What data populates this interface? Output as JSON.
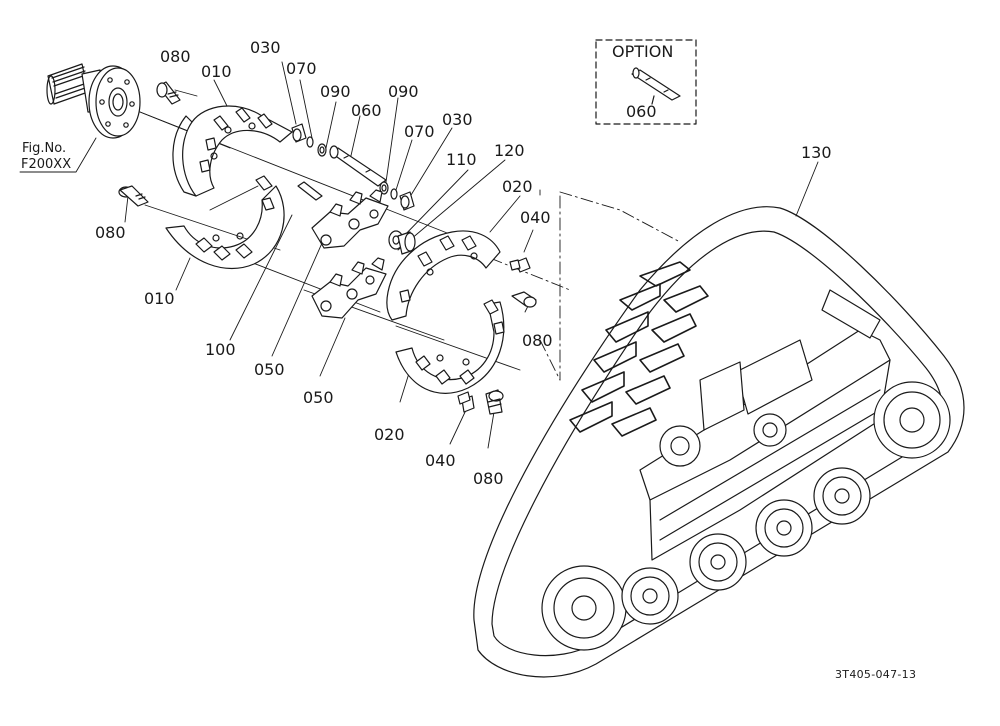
{
  "labels": {
    "p080_top": "080",
    "p010_top": "010",
    "p030_top": "030",
    "p070_top": "070",
    "p090_top": "090",
    "p060_top": "060",
    "p090_mid": "090",
    "p070_mid": "070",
    "p030_mid": "030",
    "p110": "110",
    "p120": "120",
    "p020_top": "020",
    "p040_top": "040",
    "p080_left": "080",
    "p010_bottom": "010",
    "p100": "100",
    "p050_a": "050",
    "p050_b": "050",
    "p080_right": "080",
    "p020_bottom": "020",
    "p040_bottom": "040",
    "p080_bottom": "080",
    "p130": "130"
  },
  "figure_ref": {
    "line1": "Fig.No.",
    "line2": "F200XX"
  },
  "option_box": {
    "title": "OPTION",
    "part": "060"
  },
  "document_id": "3T405-047-13"
}
